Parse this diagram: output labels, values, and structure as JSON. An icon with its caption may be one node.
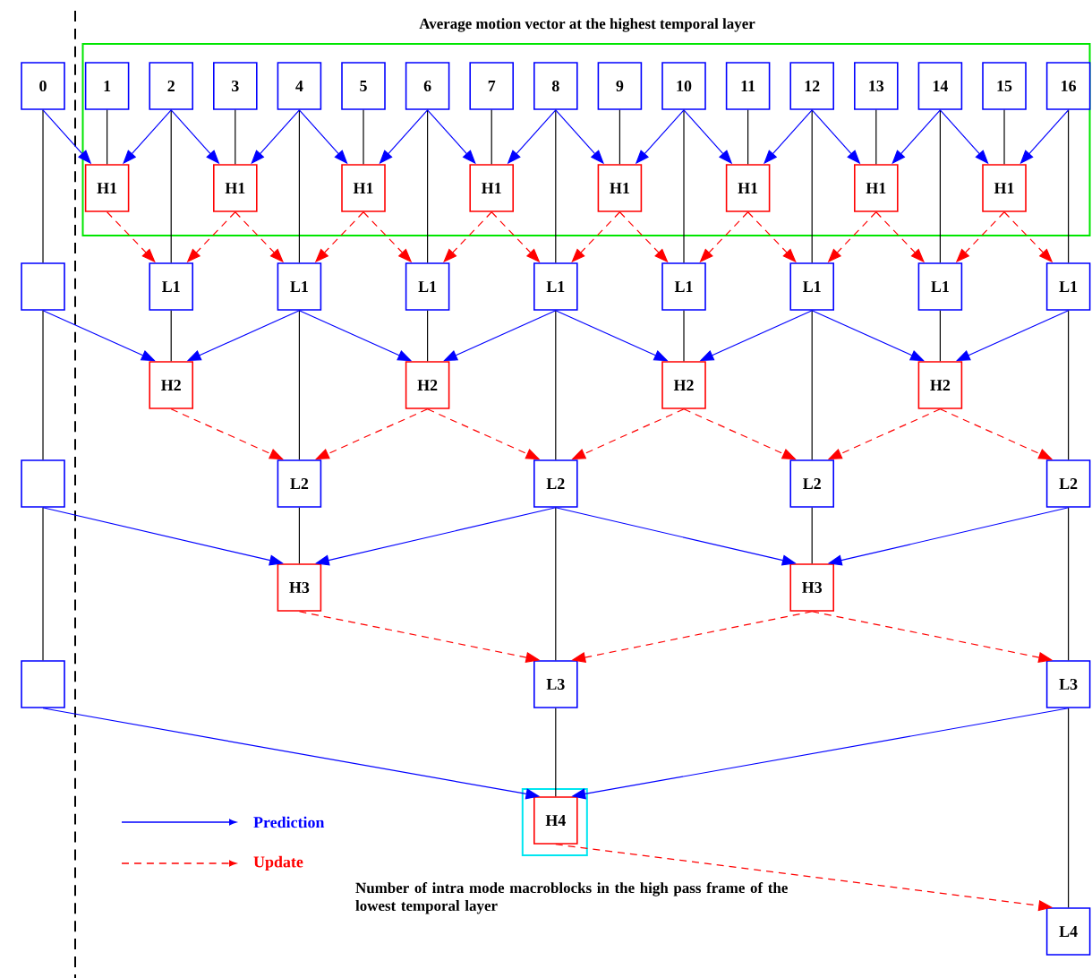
{
  "diagram": {
    "nodes": [
      {
        "text": [
          "Average motion vector at the highest temporal layer"
        ]
      },
      {
        "text": [
          "0"
        ]
      },
      {
        "text": [
          "1"
        ],
        "in": 0
      },
      {
        "text": [
          "2"
        ],
        "in": 0
      },
      {
        "text": [
          "3"
        ],
        "in": 0
      },
      {
        "text": [
          "4"
        ],
        "in": 0
      },
      {
        "text": [
          "5"
        ],
        "in": 0
      },
      {
        "text": [
          "6"
        ],
        "in": 0
      },
      {
        "text": [
          "7"
        ],
        "in": 0
      },
      {
        "text": [
          "8"
        ],
        "in": 0
      },
      {
        "text": [
          "9"
        ],
        "in": 0
      },
      {
        "text": [
          "10"
        ],
        "in": 0
      },
      {
        "text": [
          "11"
        ],
        "in": 0
      },
      {
        "text": [
          "12"
        ],
        "in": 0
      },
      {
        "text": [
          "13"
        ],
        "in": 0
      },
      {
        "text": [
          "14"
        ],
        "in": 0
      },
      {
        "text": [
          "15"
        ],
        "in": 0
      },
      {
        "text": [
          "16"
        ],
        "in": 0
      },
      {
        "text": [
          "H1"
        ],
        "in": 0
      },
      {
        "text": [
          "H1"
        ],
        "in": 0
      },
      {
        "text": [
          "H1"
        ],
        "in": 0
      },
      {
        "text": [
          "H1"
        ],
        "in": 0
      },
      {
        "text": [
          "H1"
        ],
        "in": 0
      },
      {
        "text": [
          "H1"
        ],
        "in": 0
      },
      {
        "text": [
          "H1"
        ],
        "in": 0
      },
      {
        "text": [
          "H1"
        ],
        "in": 0
      },
      {
        "text": [],
        "shape": "box"
      },
      {
        "text": [
          "L1"
        ]
      },
      {
        "text": [
          "L1"
        ]
      },
      {
        "text": [
          "L1"
        ]
      },
      {
        "text": [
          "L1"
        ]
      },
      {
        "text": [
          "L1"
        ]
      },
      {
        "text": [
          "L1"
        ]
      },
      {
        "text": [
          "L1"
        ]
      },
      {
        "text": [
          "L1"
        ]
      },
      {
        "text": [
          "H2"
        ]
      },
      {
        "text": [
          "H2"
        ]
      },
      {
        "text": [
          "H2"
        ]
      },
      {
        "text": [
          "H2"
        ]
      },
      {
        "text": [],
        "shape": "box"
      },
      {
        "text": [
          "L2"
        ]
      },
      {
        "text": [
          "L2"
        ]
      },
      {
        "text": [
          "L2"
        ]
      },
      {
        "text": [
          "L2"
        ]
      },
      {
        "text": [
          "H3"
        ]
      },
      {
        "text": [
          "H3"
        ]
      },
      {
        "text": [],
        "shape": "box"
      },
      {
        "text": [
          "L3"
        ]
      },
      {
        "text": [
          "L3"
        ]
      },
      {
        "text": [
          "Number of intra mode macroblocks in the high pass frame of the lowest temporal layer"
        ]
      },
      {
        "text": [
          "H4"
        ],
        "in": 49
      },
      {
        "text": [
          "L4"
        ]
      }
    ],
    "edges": [
      {
        "from": 1,
        "to": 18,
        "arrow": "to",
        "color": "#0000ff"
      },
      {
        "from": 3,
        "to": 18,
        "arrow": "to",
        "color": "#0000ff"
      },
      {
        "from": 2,
        "to": 18,
        "arrow": "none"
      },
      {
        "from": 3,
        "to": 19,
        "arrow": "to",
        "color": "#0000ff"
      },
      {
        "from": 5,
        "to": 19,
        "arrow": "to",
        "color": "#0000ff"
      },
      {
        "from": 4,
        "to": 19,
        "arrow": "none"
      },
      {
        "from": 5,
        "to": 20,
        "arrow": "to",
        "color": "#0000ff"
      },
      {
        "from": 7,
        "to": 20,
        "arrow": "to",
        "color": "#0000ff"
      },
      {
        "from": 6,
        "to": 20,
        "arrow": "none"
      },
      {
        "from": 7,
        "to": 21,
        "arrow": "to",
        "color": "#0000ff"
      },
      {
        "from": 9,
        "to": 21,
        "arrow": "to",
        "color": "#0000ff"
      },
      {
        "from": 8,
        "to": 21,
        "arrow": "none"
      },
      {
        "from": 9,
        "to": 22,
        "arrow": "to",
        "color": "#0000ff"
      },
      {
        "from": 11,
        "to": 22,
        "arrow": "to",
        "color": "#0000ff"
      },
      {
        "from": 10,
        "to": 22,
        "arrow": "none"
      },
      {
        "from": 11,
        "to": 23,
        "arrow": "to",
        "color": "#0000ff"
      },
      {
        "from": 13,
        "to": 23,
        "arrow": "to",
        "color": "#0000ff"
      },
      {
        "from": 12,
        "to": 23,
        "arrow": "none"
      },
      {
        "from": 13,
        "to": 24,
        "arrow": "to",
        "color": "#0000ff"
      },
      {
        "from": 15,
        "to": 24,
        "arrow": "to",
        "color": "#0000ff"
      },
      {
        "from": 14,
        "to": 24,
        "arrow": "none"
      },
      {
        "from": 15,
        "to": 25,
        "arrow": "to",
        "color": "#0000ff"
      },
      {
        "from": 17,
        "to": 25,
        "arrow": "to",
        "color": "#0000ff"
      },
      {
        "from": 16,
        "to": 25,
        "arrow": "none"
      },
      {
        "from": 1,
        "to": 26,
        "arrow": "none"
      },
      {
        "from": 3,
        "to": 27,
        "arrow": "none"
      },
      {
        "from": 5,
        "to": 28,
        "arrow": "none"
      },
      {
        "from": 7,
        "to": 29,
        "arrow": "none"
      },
      {
        "from": 9,
        "to": 30,
        "arrow": "none"
      },
      {
        "from": 11,
        "to": 31,
        "arrow": "none"
      },
      {
        "from": 13,
        "to": 32,
        "arrow": "none"
      },
      {
        "from": 15,
        "to": 33,
        "arrow": "none"
      },
      {
        "from": 17,
        "to": 34,
        "arrow": "none"
      },
      {
        "from": 18,
        "to": 27,
        "arrow": "to",
        "style": "dashed",
        "color": "#ff0000"
      },
      {
        "from": 19,
        "to": 27,
        "arrow": "to",
        "style": "dashed",
        "color": "#ff0000"
      },
      {
        "from": 19,
        "to": 28,
        "arrow": "to",
        "style": "dashed",
        "color": "#ff0000"
      },
      {
        "from": 20,
        "to": 28,
        "arrow": "to",
        "style": "dashed",
        "color": "#ff0000"
      },
      {
        "from": 20,
        "to": 29,
        "arrow": "to",
        "style": "dashed",
        "color": "#ff0000"
      },
      {
        "from": 21,
        "to": 29,
        "arrow": "to",
        "style": "dashed",
        "color": "#ff0000"
      },
      {
        "from": 21,
        "to": 30,
        "arrow": "to",
        "style": "dashed",
        "color": "#ff0000"
      },
      {
        "from": 22,
        "to": 30,
        "arrow": "to",
        "style": "dashed",
        "color": "#ff0000"
      },
      {
        "from": 22,
        "to": 31,
        "arrow": "to",
        "style": "dashed",
        "color": "#ff0000"
      },
      {
        "from": 23,
        "to": 31,
        "arrow": "to",
        "style": "dashed",
        "color": "#ff0000"
      },
      {
        "from": 23,
        "to": 32,
        "arrow": "to",
        "style": "dashed",
        "color": "#ff0000"
      },
      {
        "from": 24,
        "to": 32,
        "arrow": "to",
        "style": "dashed",
        "color": "#ff0000"
      },
      {
        "from": 24,
        "to": 33,
        "arrow": "to",
        "style": "dashed",
        "color": "#ff0000"
      },
      {
        "from": 25,
        "to": 33,
        "arrow": "to",
        "style": "dashed",
        "color": "#ff0000"
      },
      {
        "from": 25,
        "to": 34,
        "arrow": "to",
        "style": "dashed",
        "color": "#ff0000"
      },
      {
        "from": 26,
        "to": 35,
        "arrow": "to",
        "color": "#0000ff"
      },
      {
        "from": 28,
        "to": 35,
        "arrow": "to",
        "color": "#0000ff"
      },
      {
        "from": 27,
        "to": 35,
        "arrow": "none"
      },
      {
        "from": 28,
        "to": 36,
        "arrow": "to",
        "color": "#0000ff"
      },
      {
        "from": 30,
        "to": 36,
        "arrow": "to",
        "color": "#0000ff"
      },
      {
        "from": 29,
        "to": 36,
        "arrow": "none"
      },
      {
        "from": 30,
        "to": 37,
        "arrow": "to",
        "color": "#0000ff"
      },
      {
        "from": 32,
        "to": 37,
        "arrow": "to",
        "color": "#0000ff"
      },
      {
        "from": 31,
        "to": 37,
        "arrow": "none"
      },
      {
        "from": 32,
        "to": 38,
        "arrow": "to",
        "color": "#0000ff"
      },
      {
        "from": 34,
        "to": 38,
        "arrow": "to",
        "color": "#0000ff"
      },
      {
        "from": 33,
        "to": 38,
        "arrow": "none"
      },
      {
        "from": 26,
        "to": 39,
        "arrow": "none"
      },
      {
        "from": 28,
        "to": 40,
        "arrow": "none"
      },
      {
        "from": 30,
        "to": 41,
        "arrow": "none"
      },
      {
        "from": 32,
        "to": 42,
        "arrow": "none"
      },
      {
        "from": 34,
        "to": 43,
        "arrow": "none"
      },
      {
        "from": 35,
        "to": 40,
        "arrow": "to",
        "style": "dashed",
        "color": "#ff0000"
      },
      {
        "from": 36,
        "to": 40,
        "arrow": "to",
        "style": "dashed",
        "color": "#ff0000"
      },
      {
        "from": 36,
        "to": 41,
        "arrow": "to",
        "style": "dashed",
        "color": "#ff0000"
      },
      {
        "from": 37,
        "to": 41,
        "arrow": "to",
        "style": "dashed",
        "color": "#ff0000"
      },
      {
        "from": 37,
        "to": 42,
        "arrow": "to",
        "style": "dashed",
        "color": "#ff0000"
      },
      {
        "from": 38,
        "to": 42,
        "arrow": "to",
        "style": "dashed",
        "color": "#ff0000"
      },
      {
        "from": 38,
        "to": 43,
        "arrow": "to",
        "style": "dashed",
        "color": "#ff0000"
      },
      {
        "from": 39,
        "to": 44,
        "arrow": "to",
        "color": "#0000ff"
      },
      {
        "from": 41,
        "to": 44,
        "arrow": "to",
        "color": "#0000ff"
      },
      {
        "from": 40,
        "to": 44,
        "arrow": "none"
      },
      {
        "from": 41,
        "to": 45,
        "arrow": "to",
        "color": "#0000ff"
      },
      {
        "from": 43,
        "to": 45,
        "arrow": "to",
        "color": "#0000ff"
      },
      {
        "from": 42,
        "to": 45,
        "arrow": "none"
      },
      {
        "from": 39,
        "to": 46,
        "arrow": "none"
      },
      {
        "from": 41,
        "to": 47,
        "arrow": "none"
      },
      {
        "from": 43,
        "to": 48,
        "arrow": "none"
      },
      {
        "from": 44,
        "to": 47,
        "arrow": "to",
        "style": "dashed",
        "color": "#ff0000"
      },
      {
        "from": 45,
        "to": 47,
        "arrow": "to",
        "style": "dashed",
        "color": "#ff0000"
      },
      {
        "from": 45,
        "to": 48,
        "arrow": "to",
        "style": "dashed",
        "color": "#ff0000"
      },
      {
        "from": 46,
        "to": 50,
        "arrow": "to",
        "color": "#0000ff"
      },
      {
        "from": 48,
        "to": 50,
        "arrow": "to",
        "color": "#0000ff"
      },
      {
        "from": 47,
        "to": 50,
        "arrow": "none"
      },
      {
        "from": 48,
        "to": 51,
        "arrow": "none"
      },
      {
        "from": 50,
        "to": 51,
        "arrow": "to",
        "style": "dashed",
        "color": "#ff0000"
      }
    ],
    "legend": [
      {
        "text": "Prediction"
      },
      {
        "text": "Update"
      }
    ]
  }
}
